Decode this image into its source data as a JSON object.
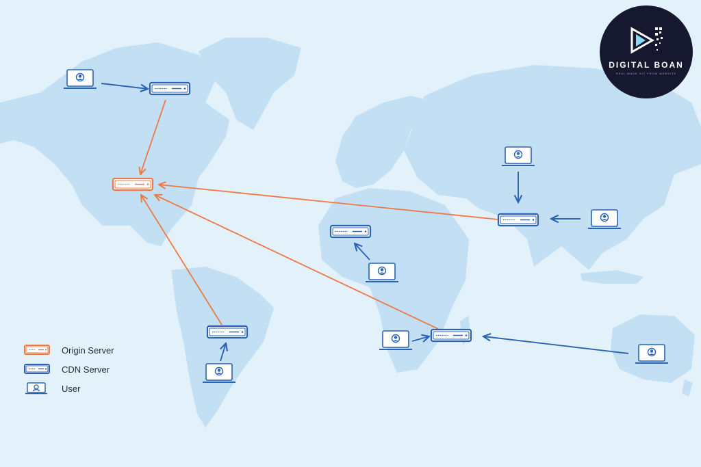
{
  "legend": {
    "origin_label": "Origin Server",
    "cdn_label": "CDN Server",
    "user_label": "User"
  },
  "logo": {
    "name": "DIGITAL BOAN",
    "tagline": "REAL MADE SIT FROM WEBSITE"
  },
  "colors": {
    "background": "#e3f1fb",
    "land": "#c2dff3",
    "origin": "#f07844",
    "cdn": "#2a62b6",
    "logo_bg": "#15182e"
  },
  "nodes": {
    "origin": {
      "id": "origin-server",
      "kind": "origin-server"
    },
    "cdn": [
      {
        "id": "cdn-north-america",
        "kind": "cdn-server"
      },
      {
        "id": "cdn-south-america",
        "kind": "cdn-server"
      },
      {
        "id": "cdn-west-africa",
        "kind": "cdn-server"
      },
      {
        "id": "cdn-southern-africa",
        "kind": "cdn-server"
      },
      {
        "id": "cdn-asia",
        "kind": "cdn-server"
      }
    ],
    "users": [
      {
        "id": "user-north-america",
        "kind": "user"
      },
      {
        "id": "user-south-america",
        "kind": "user"
      },
      {
        "id": "user-west-africa",
        "kind": "user"
      },
      {
        "id": "user-southern-africa",
        "kind": "user"
      },
      {
        "id": "user-central-asia",
        "kind": "user"
      },
      {
        "id": "user-east-asia",
        "kind": "user"
      },
      {
        "id": "user-australia",
        "kind": "user"
      }
    ]
  },
  "links": [
    {
      "from": "user-north-america",
      "to": "cdn-north-america",
      "type": "user-to-cdn"
    },
    {
      "from": "user-south-america",
      "to": "cdn-south-america",
      "type": "user-to-cdn"
    },
    {
      "from": "user-west-africa",
      "to": "cdn-west-africa",
      "type": "user-to-cdn"
    },
    {
      "from": "user-southern-africa",
      "to": "cdn-southern-africa",
      "type": "user-to-cdn"
    },
    {
      "from": "user-central-asia",
      "to": "cdn-asia",
      "type": "user-to-cdn"
    },
    {
      "from": "user-east-asia",
      "to": "cdn-asia",
      "type": "user-to-cdn"
    },
    {
      "from": "user-australia",
      "to": "cdn-southern-africa",
      "type": "user-to-cdn"
    },
    {
      "from": "cdn-north-america",
      "to": "origin-server",
      "type": "cdn-to-origin"
    },
    {
      "from": "cdn-south-america",
      "to": "origin-server",
      "type": "cdn-to-origin"
    },
    {
      "from": "cdn-southern-africa",
      "to": "origin-server",
      "type": "cdn-to-origin"
    },
    {
      "from": "cdn-asia",
      "to": "origin-server",
      "type": "cdn-to-origin"
    }
  ]
}
